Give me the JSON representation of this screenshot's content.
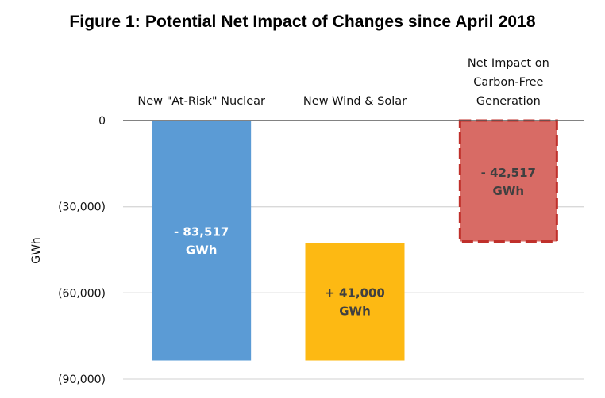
{
  "chart_data": {
    "type": "bar",
    "subtype": "waterfall",
    "title": "Figure 1:  Potential Net Impact of Changes since April 2018",
    "xlabel": "",
    "ylabel": "GWh",
    "ylim": [
      -90000,
      0
    ],
    "yticks": [
      0,
      -30000,
      -60000,
      -90000
    ],
    "ytick_labels": [
      "0",
      "(30,000)",
      "(60,000)",
      "(90,000)"
    ],
    "grid": true,
    "categories": [
      [
        "New \"At-Risk\" Nuclear"
      ],
      [
        "New Wind & Solar"
      ],
      [
        "Net Impact on",
        "Carbon-Free",
        "Generation"
      ]
    ],
    "bars": [
      {
        "name": "New \"At-Risk\" Nuclear",
        "start": 0,
        "end": -83517,
        "value": -83517,
        "color": "#5b9bd5",
        "label": [
          "- 83,517",
          "GWh"
        ],
        "label_color": "#ffffff",
        "dashed_border": false
      },
      {
        "name": "New Wind & Solar",
        "start": -83517,
        "end": -42517,
        "value": 41000,
        "color": "#fdb913",
        "label": [
          "+ 41,000",
          "GWh"
        ],
        "label_color": "#404040",
        "dashed_border": false
      },
      {
        "name": "Net Impact on Carbon-Free Generation",
        "start": 0,
        "end": -42517,
        "value": -42517,
        "color": "#d86b65",
        "border_color": "#c0302b",
        "label": [
          "- 42,517",
          "GWh"
        ],
        "label_color": "#404040",
        "dashed_border": true
      }
    ],
    "legend": "none"
  }
}
